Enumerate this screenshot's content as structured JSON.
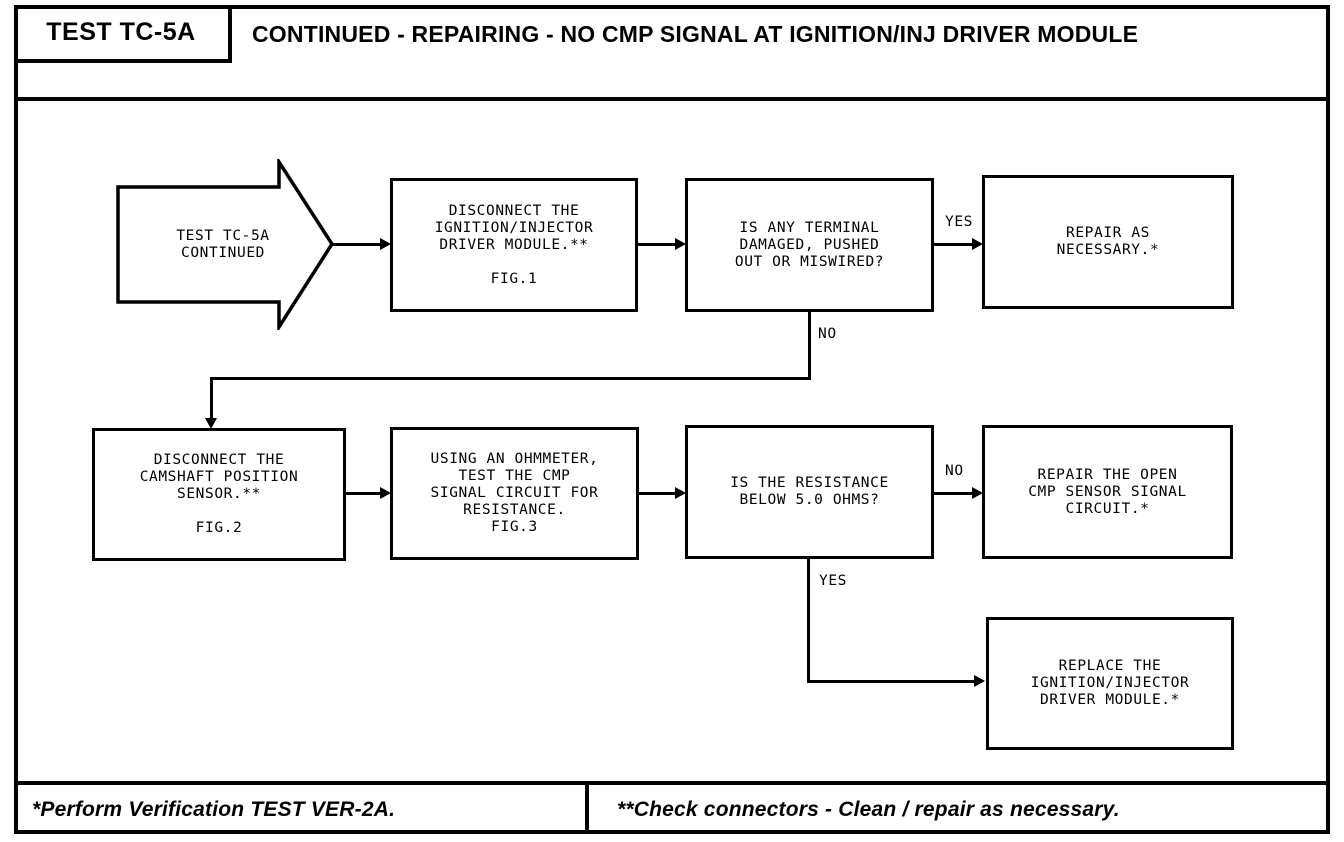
{
  "header": {
    "test_id": "TEST TC-5A",
    "title": "CONTINUED - REPAIRING - NO CMP SIGNAL AT IGNITION/INJ DRIVER MODULE"
  },
  "flowchart": {
    "type": "flowchart",
    "nodes": {
      "start": {
        "shape": "arrow-banner",
        "line1": "TEST TC-5A",
        "line2": "CONTINUED"
      },
      "disconnect_module": {
        "shape": "process",
        "line1": "DISCONNECT THE",
        "line2": "IGNITION/INJECTOR",
        "line3": "DRIVER MODULE.**",
        "fig": "FIG.1"
      },
      "terminal_check": {
        "shape": "decision",
        "line1": "IS ANY TERMINAL",
        "line2": "DAMAGED, PUSHED",
        "line3": "OUT OR MISWIRED?"
      },
      "repair_necessary": {
        "shape": "process",
        "line1": "REPAIR AS",
        "line2": "NECESSARY.*"
      },
      "disconnect_sensor": {
        "shape": "process",
        "line1": "DISCONNECT THE",
        "line2": "CAMSHAFT POSITION",
        "line3": "SENSOR.**",
        "fig": "FIG.2"
      },
      "test_resistance": {
        "shape": "process",
        "line1": "USING AN OHMMETER,",
        "line2": "TEST THE CMP",
        "line3": "SIGNAL CIRCUIT FOR",
        "line4": "RESISTANCE.",
        "line5": "FIG.3"
      },
      "resistance_check": {
        "shape": "decision",
        "line1": "IS THE RESISTANCE",
        "line2": "BELOW 5.0 OHMS?"
      },
      "repair_open_circuit": {
        "shape": "process",
        "line1": "REPAIR THE OPEN",
        "line2": "CMP SENSOR SIGNAL",
        "line3": "CIRCUIT.*"
      },
      "replace_module": {
        "shape": "process",
        "line1": "REPLACE THE",
        "line2": "IGNITION/INJECTOR",
        "line3": "DRIVER MODULE.*"
      }
    },
    "edge_labels": {
      "terminal_yes": "YES",
      "terminal_no": "NO",
      "resistance_no": "NO",
      "resistance_yes": "YES"
    }
  },
  "footer": {
    "note_single_star": "*Perform Verification TEST VER-2A.",
    "note_double_star": "**Check connectors - Clean / repair as necessary."
  },
  "colors": {
    "ink": "#000000",
    "paper": "#ffffff"
  }
}
